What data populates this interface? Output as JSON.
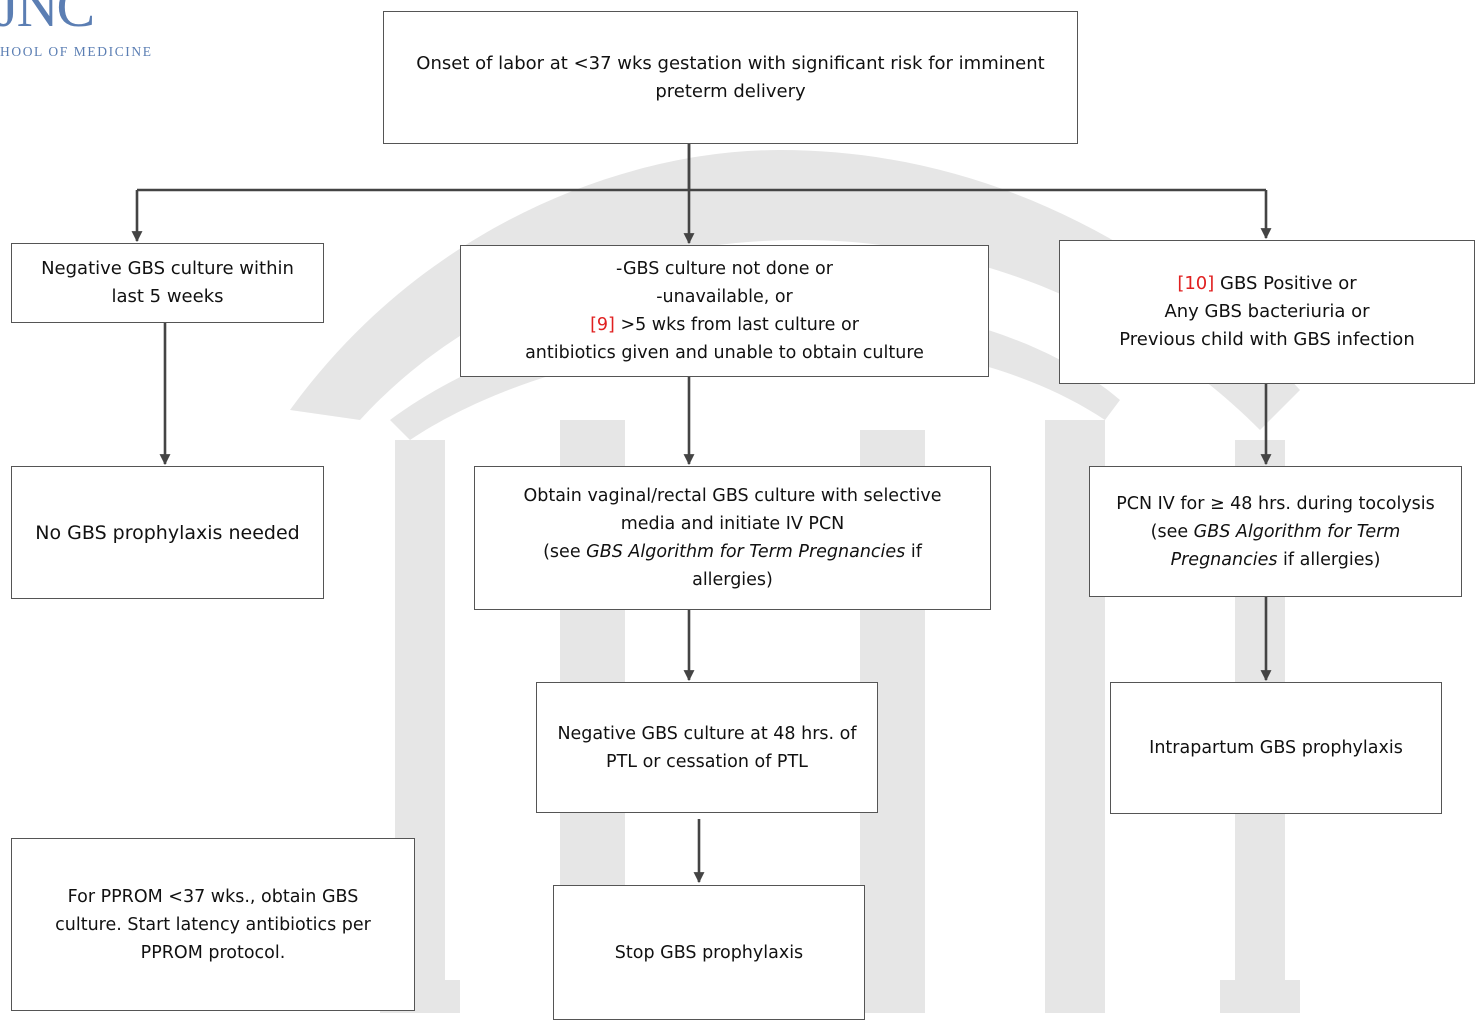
{
  "logo": {
    "mark": "JNC",
    "subtitle": "HOOL OF MEDICINE"
  },
  "nodes": {
    "start": {
      "lines": [
        "Onset of labor at <37 wks gestation with significant risk for imminent",
        "preterm delivery"
      ]
    },
    "negative": {
      "lines": [
        "Negative GBS culture within",
        "last 5 weeks"
      ]
    },
    "not_done": {
      "line1": "-GBS culture not done or",
      "line2": "-unavailable, or",
      "ref": "[9]",
      "line3": " >5 wks from last culture or",
      "line4": "antibiotics given and unable to obtain culture"
    },
    "positive": {
      "ref": "[10]",
      "line1": " GBS Positive or",
      "line2": "Any GBS bacteriuria or",
      "line3": "Previous child with GBS infection"
    },
    "no_prophylaxis": {
      "text": "No GBS prophylaxis needed"
    },
    "obtain_culture": {
      "line1": "Obtain vaginal/rectal GBS culture with selective",
      "line2": "media and initiate IV PCN",
      "pre": "(see ",
      "italic": "GBS Algorithm for Term Pregnancies",
      "post": " if",
      "line4": "allergies)"
    },
    "pcn_iv": {
      "line1": "PCN IV for ≥ 48 hrs. during tocolysis",
      "pre": "(see ",
      "italic1": "GBS Algorithm for Term",
      "italic2": "Pregnancies",
      "post": " if allergies)"
    },
    "negative_48": {
      "lines": [
        "Negative GBS culture at 48 hrs. of",
        "PTL or cessation of PTL"
      ]
    },
    "intrapartum": {
      "text": "Intrapartum GBS prophylaxis"
    },
    "pprom": {
      "lines": [
        "For PPROM <37 wks., obtain GBS",
        "culture. Start latency antibiotics per",
        "PPROM protocol."
      ]
    },
    "stop": {
      "text": "Stop GBS prophylaxis"
    }
  },
  "colors": {
    "reference": "#e02020",
    "arrow": "#444444",
    "watermark": "#e6e6e6"
  }
}
